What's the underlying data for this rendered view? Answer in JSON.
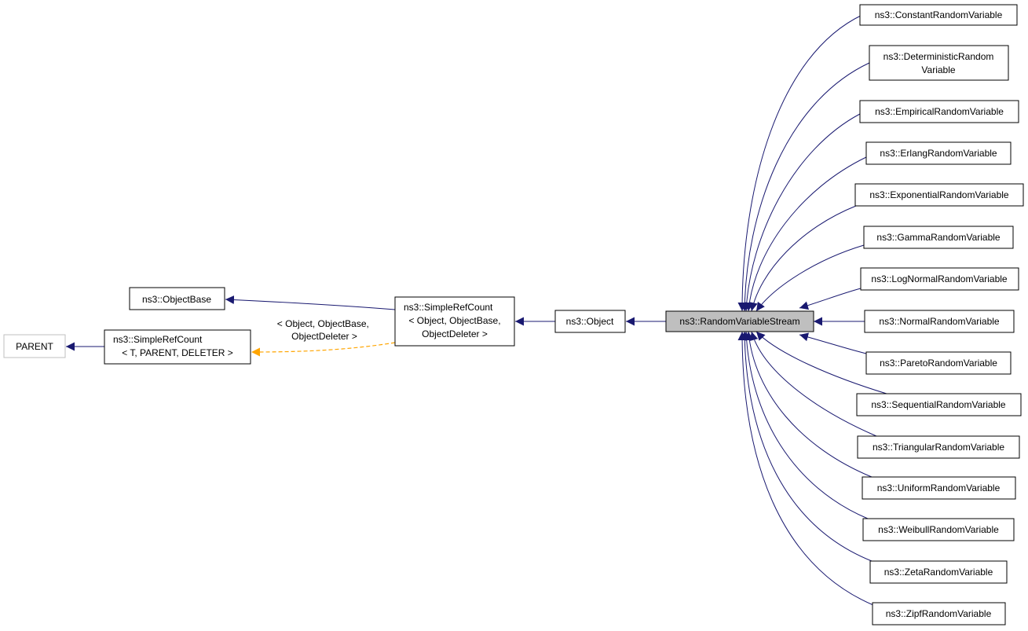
{
  "colors": {
    "inheritance_edge": "#191970",
    "template_edge": "#ffa500",
    "focus_fill": "#bfbfbf",
    "undocumented_border": "#bfbfbf"
  },
  "nodes": {
    "parent": [
      "PARENT"
    ],
    "simple_ref_count_template": [
      "ns3::SimpleRefCount",
      "< T, PARENT, DELETER >"
    ],
    "object_base": [
      "ns3::ObjectBase"
    ],
    "simple_ref_count_object": [
      "ns3::SimpleRefCount",
      "< Object, ObjectBase,",
      "ObjectDeleter >"
    ],
    "object": [
      "ns3::Object"
    ],
    "random_variable_stream": [
      "ns3::RandomVariableStream"
    ],
    "constant": [
      "ns3::ConstantRandomVariable"
    ],
    "deterministic": [
      "ns3::DeterministicRandom",
      "Variable"
    ],
    "empirical": [
      "ns3::EmpiricalRandomVariable"
    ],
    "erlang": [
      "ns3::ErlangRandomVariable"
    ],
    "exponential": [
      "ns3::ExponentialRandomVariable"
    ],
    "gamma": [
      "ns3::GammaRandomVariable"
    ],
    "lognormal": [
      "ns3::LogNormalRandomVariable"
    ],
    "normal": [
      "ns3::NormalRandomVariable"
    ],
    "pareto": [
      "ns3::ParetoRandomVariable"
    ],
    "sequential": [
      "ns3::SequentialRandomVariable"
    ],
    "triangular": [
      "ns3::TriangularRandomVariable"
    ],
    "uniform": [
      "ns3::UniformRandomVariable"
    ],
    "weibull": [
      "ns3::WeibullRandomVariable"
    ],
    "zeta": [
      "ns3::ZetaRandomVariable"
    ],
    "zipf": [
      "ns3::ZipfRandomVariable"
    ]
  },
  "edge_labels": {
    "template_instantiation": [
      "< Object, ObjectBase,",
      "ObjectDeleter >"
    ]
  },
  "edges": [
    {
      "from": "simple_ref_count_template",
      "to": "parent",
      "kind": "inheritance"
    },
    {
      "from": "simple_ref_count_object",
      "to": "object_base",
      "kind": "inheritance"
    },
    {
      "from": "simple_ref_count_object",
      "to": "simple_ref_count_template",
      "kind": "template"
    },
    {
      "from": "object",
      "to": "simple_ref_count_object",
      "kind": "inheritance"
    },
    {
      "from": "random_variable_stream",
      "to": "object",
      "kind": "inheritance"
    },
    {
      "from": "constant",
      "to": "random_variable_stream",
      "kind": "inheritance"
    },
    {
      "from": "deterministic",
      "to": "random_variable_stream",
      "kind": "inheritance"
    },
    {
      "from": "empirical",
      "to": "random_variable_stream",
      "kind": "inheritance"
    },
    {
      "from": "erlang",
      "to": "random_variable_stream",
      "kind": "inheritance"
    },
    {
      "from": "exponential",
      "to": "random_variable_stream",
      "kind": "inheritance"
    },
    {
      "from": "gamma",
      "to": "random_variable_stream",
      "kind": "inheritance"
    },
    {
      "from": "lognormal",
      "to": "random_variable_stream",
      "kind": "inheritance"
    },
    {
      "from": "normal",
      "to": "random_variable_stream",
      "kind": "inheritance"
    },
    {
      "from": "pareto",
      "to": "random_variable_stream",
      "kind": "inheritance"
    },
    {
      "from": "sequential",
      "to": "random_variable_stream",
      "kind": "inheritance"
    },
    {
      "from": "triangular",
      "to": "random_variable_stream",
      "kind": "inheritance"
    },
    {
      "from": "uniform",
      "to": "random_variable_stream",
      "kind": "inheritance"
    },
    {
      "from": "weibull",
      "to": "random_variable_stream",
      "kind": "inheritance"
    },
    {
      "from": "zeta",
      "to": "random_variable_stream",
      "kind": "inheritance"
    },
    {
      "from": "zipf",
      "to": "random_variable_stream",
      "kind": "inheritance"
    }
  ]
}
